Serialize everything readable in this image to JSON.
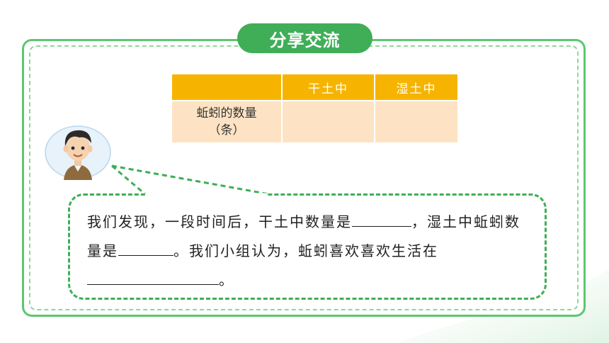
{
  "title": "分享交流",
  "table": {
    "headers": [
      "",
      "干土中",
      "湿土中"
    ],
    "rows": [
      {
        "label_line1": "蚯蚓的数量",
        "label_line2": "（条）",
        "dry": "",
        "wet": ""
      }
    ]
  },
  "speech": {
    "p1": "我们发现，一段时间后，干土中数量是",
    "p2": "，湿土中蚯蚓数量是",
    "p3": "。我们小组认为，蚯蚓喜欢喜欢生活在",
    "p4": "。"
  },
  "colors": {
    "green": "#3fae57",
    "header_orange": "#f6b400",
    "cell_peach": "#fde3c3"
  }
}
